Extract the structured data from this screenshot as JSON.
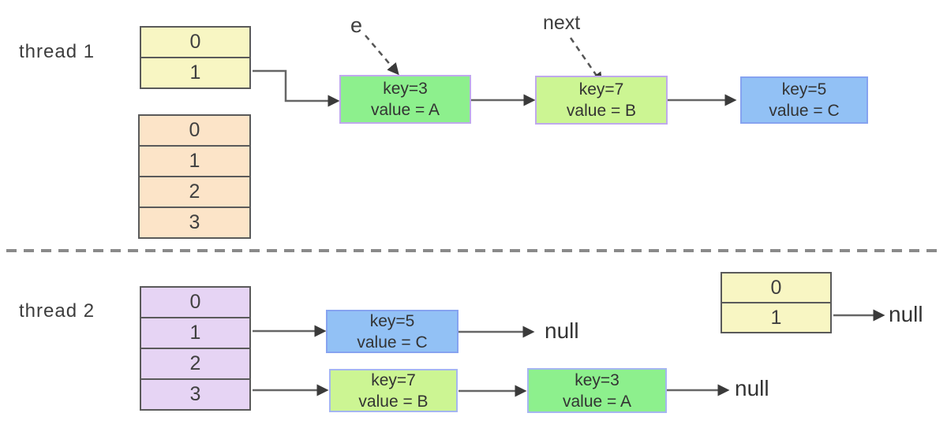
{
  "labels": {
    "thread1": "thread 1",
    "thread2": "thread 2",
    "e_pointer": "e",
    "next_pointer": "next",
    "null_after_c": "null",
    "null_after_a": "null",
    "null_top_right": "null"
  },
  "arrays": {
    "t1_table": {
      "cells": [
        "0",
        "1"
      ]
    },
    "t1_resized_table": {
      "cells": [
        "0",
        "1",
        "2",
        "3"
      ]
    },
    "t2_table": {
      "cells": [
        "0",
        "1",
        "2",
        "3"
      ]
    },
    "t2_small_table": {
      "cells": [
        "0",
        "1"
      ]
    }
  },
  "nodes": {
    "t1_key3": {
      "key": "key=3",
      "value": "value = A"
    },
    "t1_key7": {
      "key": "key=7",
      "value": "value = B"
    },
    "t1_key5": {
      "key": "key=5",
      "value": "value = C"
    },
    "t2_key5": {
      "key": "key=5",
      "value": "value = C"
    },
    "t2_key7": {
      "key": "key=7",
      "value": "value = B"
    },
    "t2_key3": {
      "key": "key=3",
      "value": "value = A"
    }
  },
  "colors": {
    "yellow_array": "#f8f6c3",
    "orange_array": "#fce4c8",
    "purple_array": "#e6d4f4",
    "green_node": "#8df08d",
    "lime_node": "#ccf593",
    "blue_node": "#92c1f5"
  }
}
